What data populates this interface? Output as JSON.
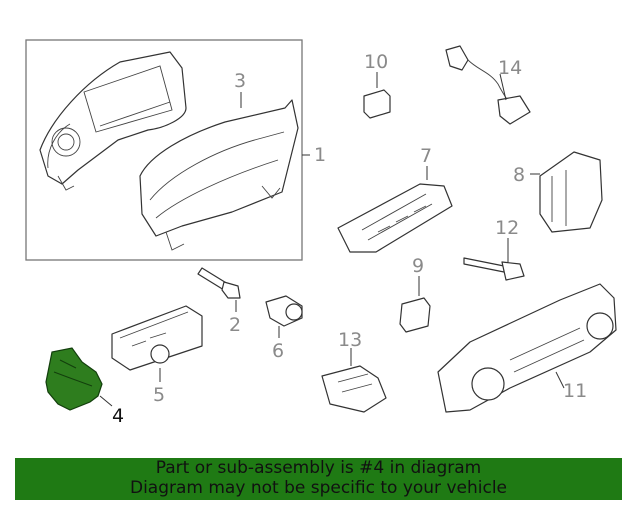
{
  "callouts": {
    "c1": "1",
    "c2": "2",
    "c3": "3",
    "c4": "4",
    "c5": "5",
    "c6": "6",
    "c7": "7",
    "c8": "8",
    "c9": "9",
    "c10": "10",
    "c11": "11",
    "c12": "12",
    "c13": "13",
    "c14": "14"
  },
  "highlight": {
    "part": "4",
    "color": "#2e7d1e"
  },
  "footer": {
    "line1": "Part or sub-assembly is #4 in diagram",
    "line2": "Diagram may not be specific to your vehicle",
    "background": "#1f7a14"
  }
}
